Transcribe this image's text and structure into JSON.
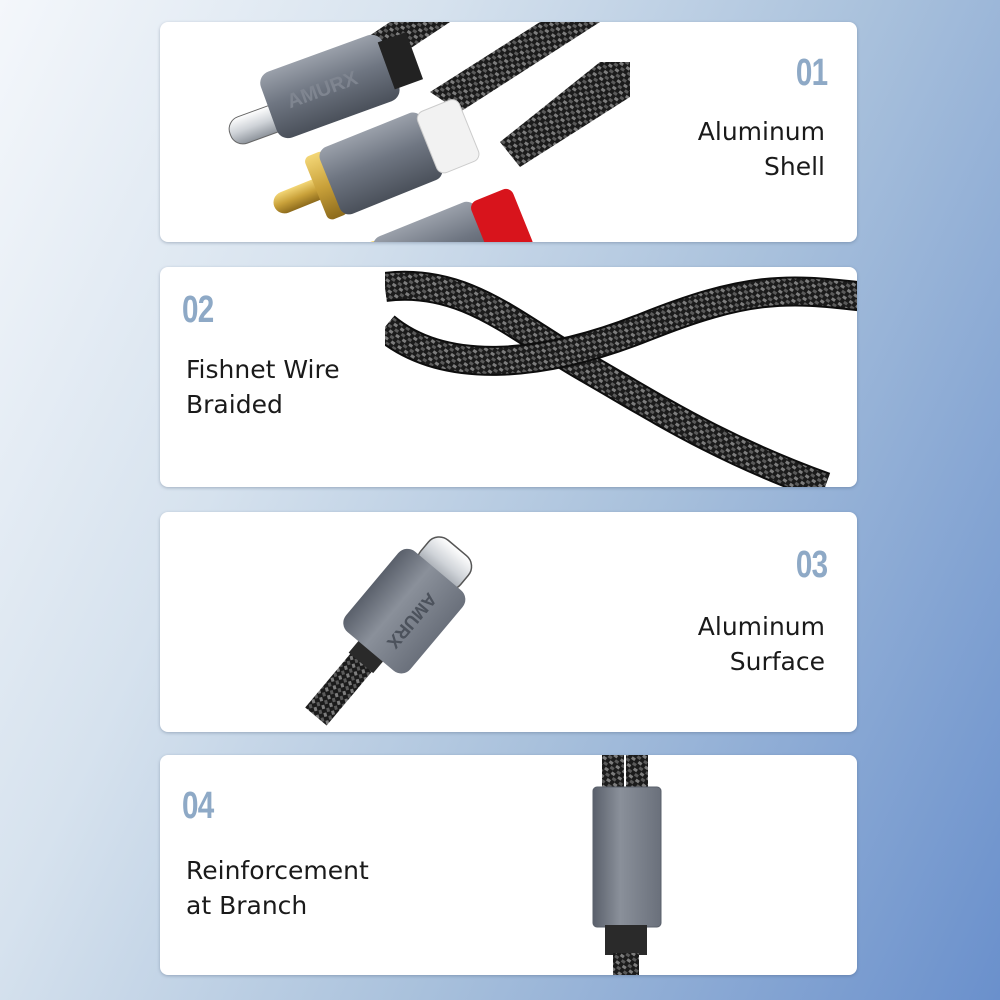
{
  "features": [
    {
      "number": "01",
      "title_line1": "Aluminum",
      "title_line2": "Shell",
      "brand": "AMURX"
    },
    {
      "number": "02",
      "title_line1": "Fishnet Wire",
      "title_line2": "Braided"
    },
    {
      "number": "03",
      "title_line1": "Aluminum",
      "title_line2": "Surface",
      "brand": "AMURX"
    },
    {
      "number": "04",
      "title_line1": "Reinforcement",
      "title_line2": "at Branch"
    }
  ],
  "colors": {
    "number_accent": "#8ea9c6",
    "text": "#1a1a1a",
    "card_bg": "#ffffff",
    "bg_start": "#f4f7fb",
    "bg_end": "#6a90cc",
    "aluminum": "#6b7380",
    "gold": "#c9a13a",
    "red_ring": "#d8141c",
    "white_ring": "#f2f2f2"
  }
}
